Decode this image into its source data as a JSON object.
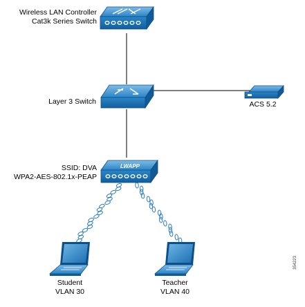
{
  "nodes": {
    "wlc": {
      "label_line1": "Wireless LAN Controller",
      "label_line2": "Cat3k Series Switch"
    },
    "l3switch": {
      "label": "Layer 3 Switch"
    },
    "acs": {
      "label": "ACS 5.2"
    },
    "ap": {
      "label_line1": "SSID: DVA",
      "label_line2": "WPA2-AES-802.1x-PEAP"
    },
    "student": {
      "label_line1": "Student",
      "label_line2": "VLAN 30"
    },
    "teacher": {
      "label_line1": "Teacher",
      "label_line2": "VLAN 40"
    }
  },
  "figure_id": "354223",
  "colors": {
    "device": "#1b75b8",
    "device_dark": "#0d4f87",
    "device_light": "#5fa8dd",
    "link": "#000000",
    "wireless": "#2a7cc0"
  }
}
